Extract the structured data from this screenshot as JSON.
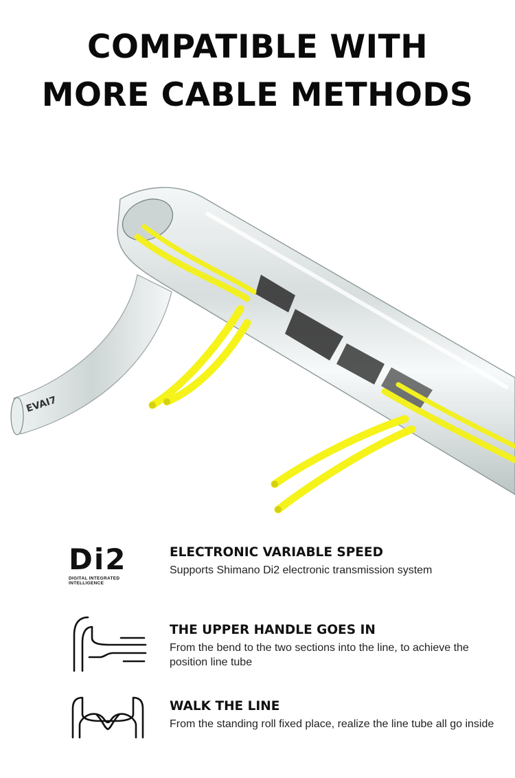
{
  "headline": {
    "line1": "COMPATIBLE WITH",
    "line2": "MORE CABLE METHODS"
  },
  "hero": {
    "description_icon": "handlebar-with-cables-illustration",
    "bar_logo_text": "EVAI7",
    "colors": {
      "cable": "#f2f020",
      "glass": "#dfe6e6",
      "logo": "#2a2a2a"
    }
  },
  "features": [
    {
      "icon": "di2-logo-icon",
      "logo_text": "Di2",
      "logo_subtext": "DIGITAL INTEGRATED INTELLIGENCE",
      "title": "ELECTRONIC VARIABLE SPEED",
      "desc": "Supports Shimano Di2 electronic transmission system"
    },
    {
      "icon": "upper-handle-cable-icon",
      "title": "THE UPPER HANDLE GOES IN",
      "desc": "From the bend to the two sections into the line, to achieve the position line tube"
    },
    {
      "icon": "walk-the-line-handlebar-icon",
      "title": "WALK THE LINE",
      "desc": "From the standing roll fixed place, realize the line tube all go inside"
    }
  ]
}
